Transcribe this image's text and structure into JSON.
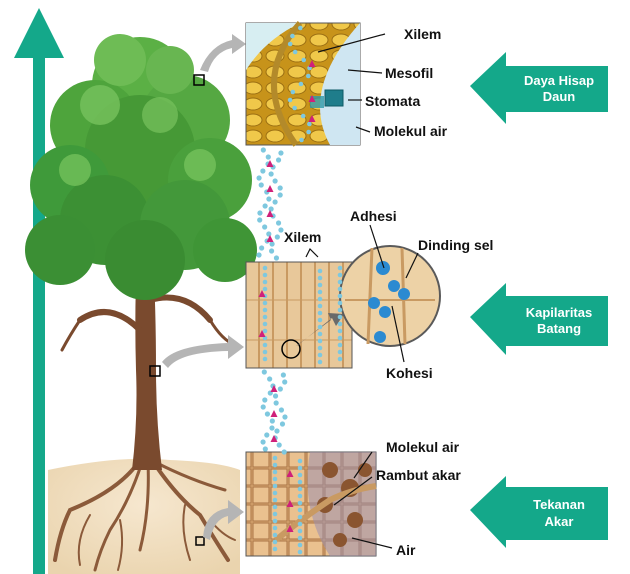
{
  "colors": {
    "teal": "#14a88a",
    "water": "#7ec8df",
    "molecule_arrow": "#d0207a",
    "bark": "#7a4a2e",
    "soil": "#f1e0c4",
    "leaf": "#3f9a3a"
  },
  "leaf_panel": {
    "labels": {
      "xilem": "Xilem",
      "mesofil": "Mesofil",
      "stomata": "Stomata",
      "molekul_air": "Molekul air"
    },
    "force": {
      "line1": "Daya Hisap",
      "line2": "Daun"
    }
  },
  "stem_panel": {
    "labels": {
      "xilem": "Xilem",
      "adhesi": "Adhesi",
      "dinding_sel": "Dinding sel",
      "kohesi": "Kohesi"
    },
    "force": {
      "line1": "Kapilaritas",
      "line2": "Batang"
    }
  },
  "root_panel": {
    "labels": {
      "molekul_air": "Molekul air",
      "rambut_akar": "Rambut akar",
      "air": "Air"
    },
    "force": {
      "line1": "Tekanan",
      "line2": "Akar"
    }
  }
}
